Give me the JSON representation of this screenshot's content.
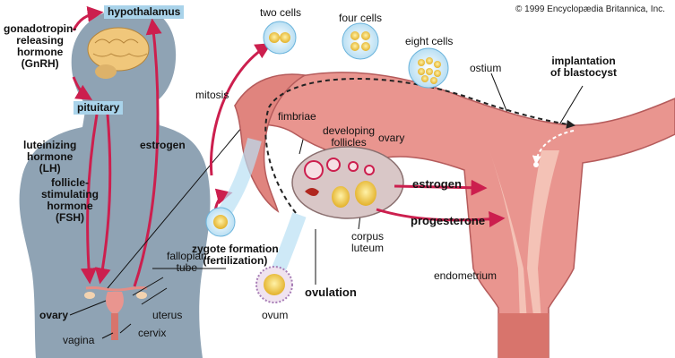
{
  "copyright": "© 1999 Encyclopædia Britannica, Inc.",
  "labels": {
    "hypothalamus": "hypothalamus",
    "gnrh": "gonadotropin-\nreleasing\nhormone\n(GnRH)",
    "pituitary": "pituitary",
    "lh": "luteinizing\nhormone\n(LH)",
    "fsh": "follicle-\nstimulating\nhormone\n(FSH)",
    "estrogen_left": "estrogen",
    "fallopian_tube": "fallopian\ntube",
    "ovary_left": "ovary",
    "uterus_left": "uterus",
    "cervix": "cervix",
    "vagina": "vagina",
    "two_cells": "two cells",
    "four_cells": "four cells",
    "eight_cells": "eight cells",
    "mitosis": "mitosis",
    "fimbriae": "fimbriae",
    "developing_follicles": "developing\nfollicles",
    "ovary_right": "ovary",
    "ostium": "ostium",
    "implantation": "implantation\nof blastocyst",
    "estrogen_right": "estrogen",
    "progesterone": "progesterone",
    "corpus_luteum": "corpus\nluteum",
    "zygote_formation": "zygote formation\n(fertilization)",
    "ovulation": "ovulation",
    "ovum": "ovum",
    "endometrium": "endometrium"
  },
  "colors": {
    "arrow": "#cc1f4e",
    "highlight": "#a9d3ea",
    "silhouette": "#8fa3b4",
    "tissue": "#e9958f",
    "uterus_inner": "#f4c2b6"
  }
}
